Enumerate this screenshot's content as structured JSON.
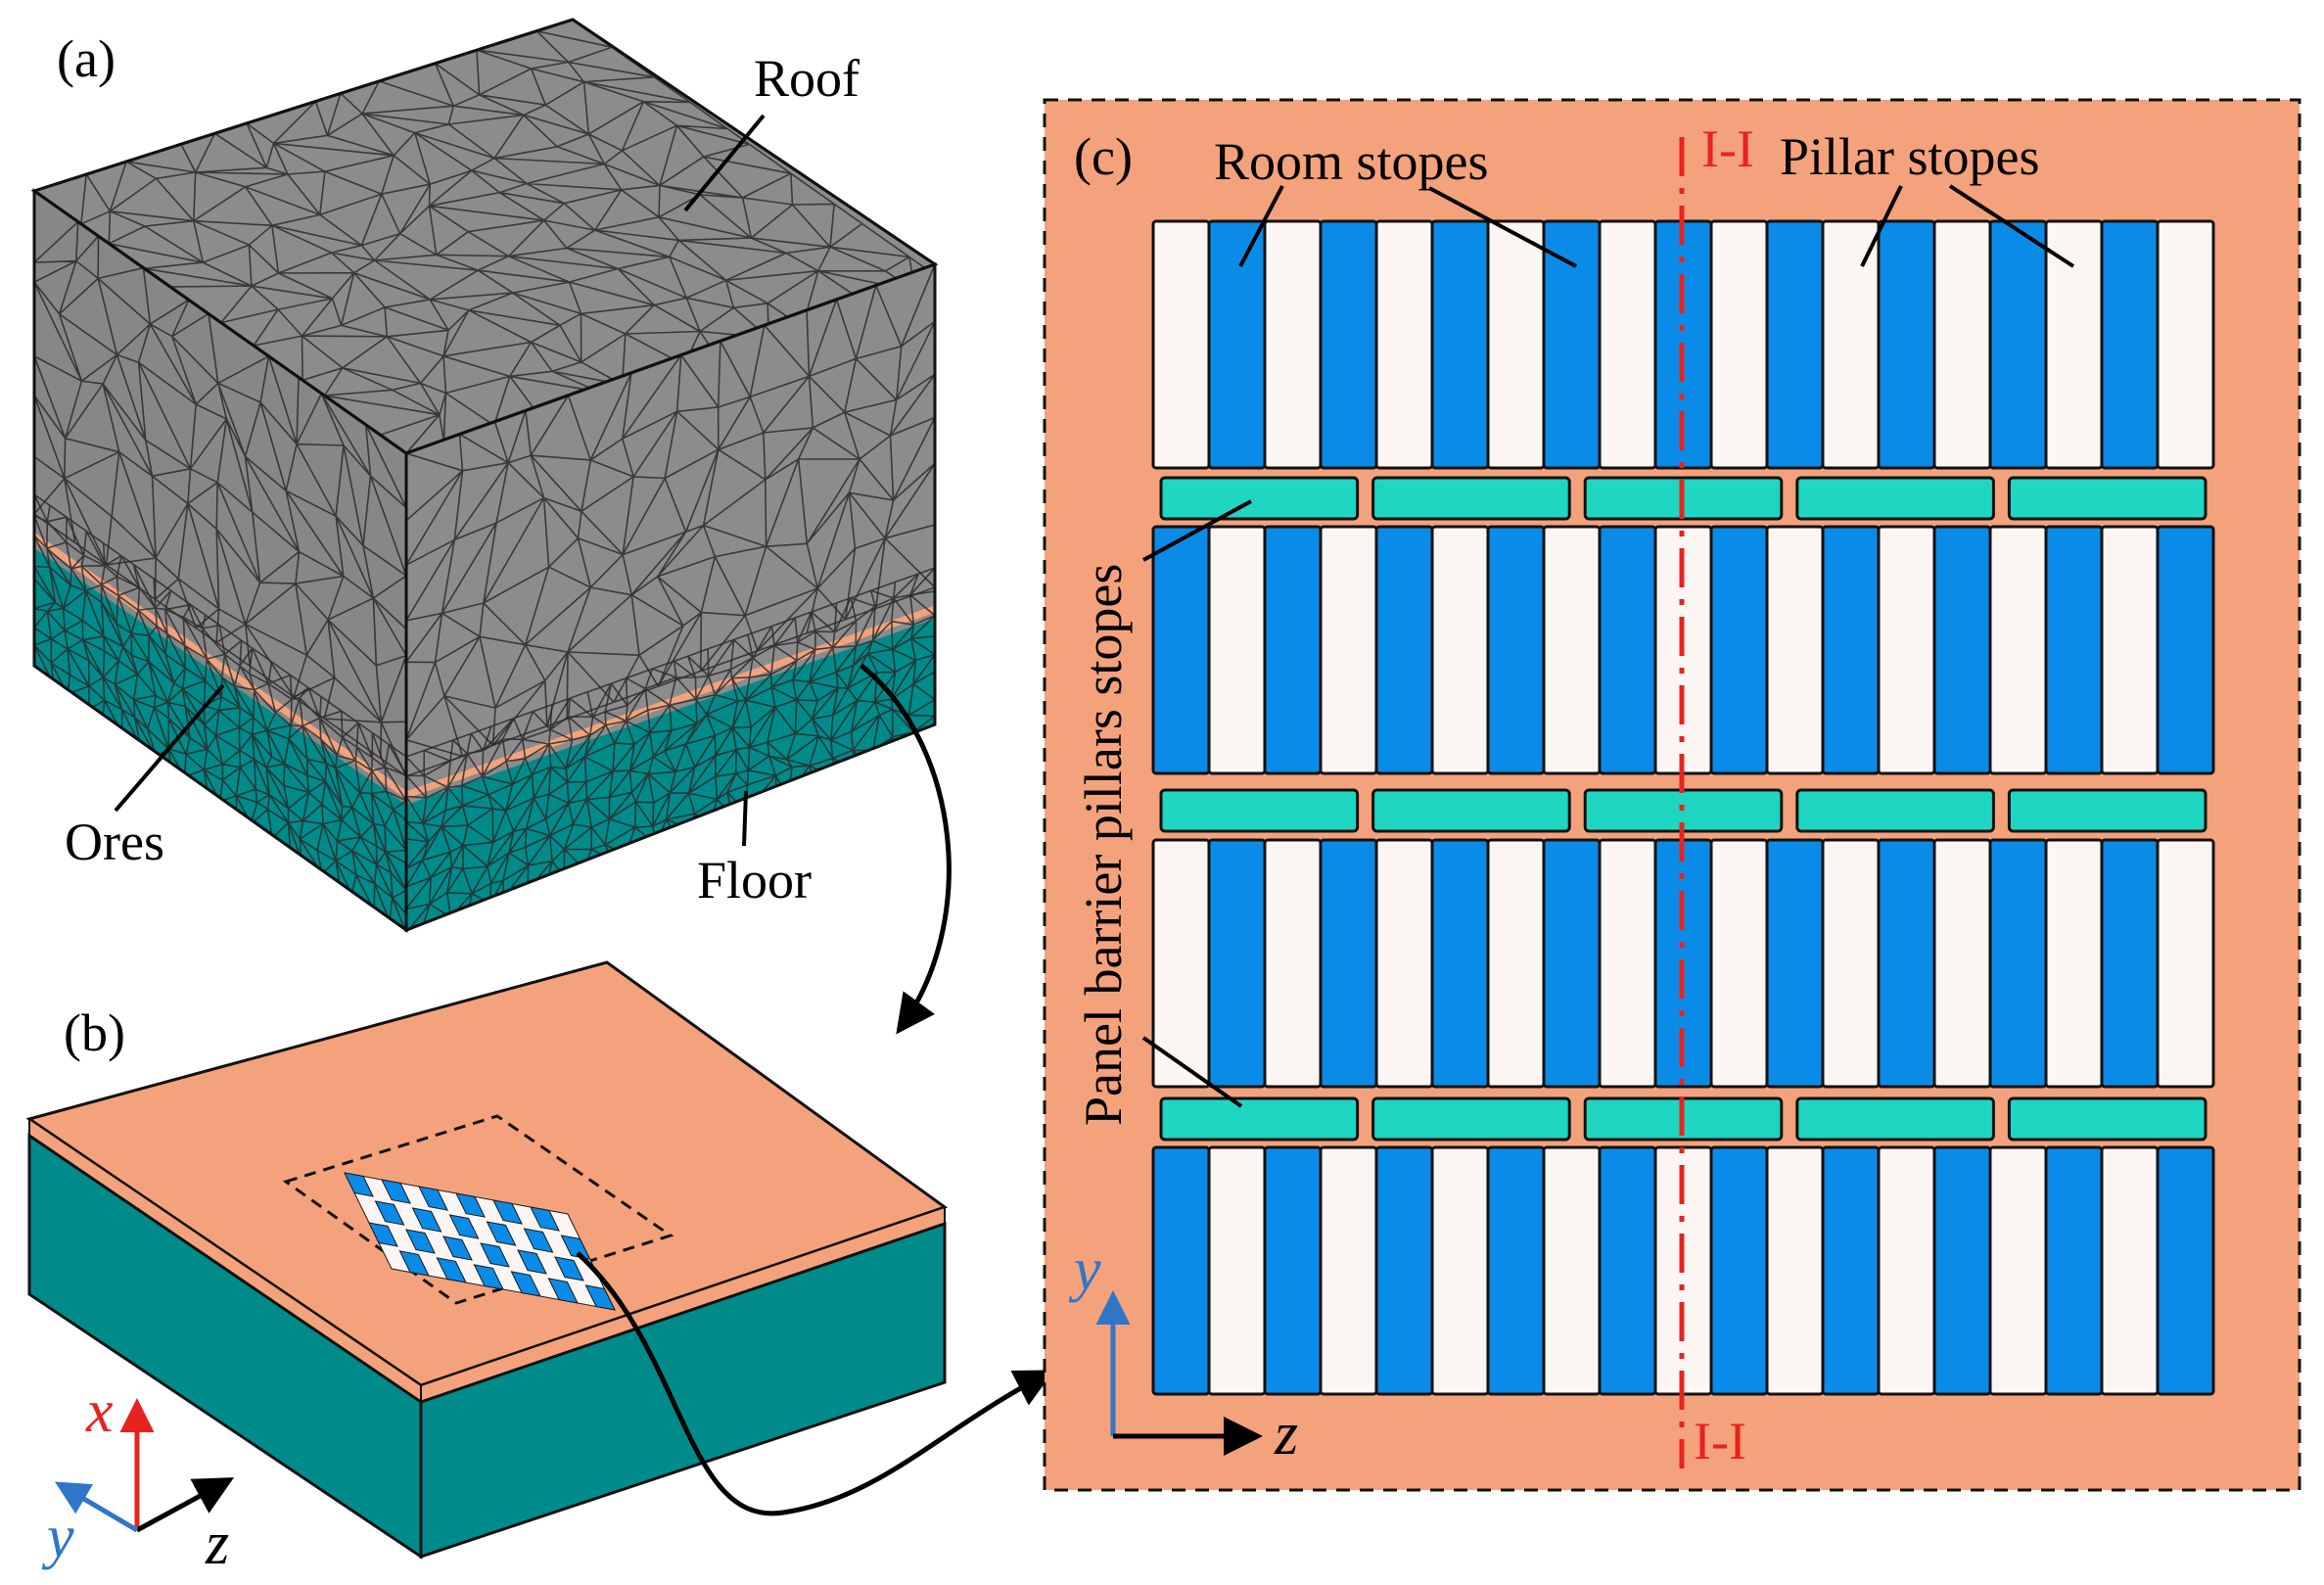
{
  "colors": {
    "mesh_gray": "#8c8c8c",
    "mesh_line": "#2a2a2a",
    "floor_teal": "#008b8b",
    "ores_orange": "#f4a27c",
    "room_blue": "#0b8be8",
    "pillar_white": "#fbf6f4",
    "barrier_cyan": "#1fd6c2",
    "section_red": "#e8231f",
    "axis_x_red": "#e8231f",
    "axis_y_blue": "#2f76c9",
    "outline": "#111111"
  },
  "icons": [
    "mesh-block",
    "slab-model",
    "stope-layout",
    "coordinate-axes",
    "leader-arrow"
  ],
  "panel_a": {
    "label": "(a)",
    "roof": "Roof",
    "ores": "Ores",
    "floor": "Floor"
  },
  "panel_b": {
    "label": "(b)",
    "axes": {
      "x": "x",
      "y": "y",
      "z": "z"
    }
  },
  "panel_c": {
    "label": "(c)",
    "room_stopes": "Room stopes",
    "pillar_stopes": "Pillar  stopes",
    "barrier": "Panel barrier pillars  stopes",
    "section_top": "I-I",
    "section_bottom": "I-I",
    "axes": {
      "y": "y",
      "z": "z"
    },
    "stope_bands": 4,
    "stopes_per_band": 19,
    "barrier_rows": 3,
    "barriers_per_row": 5
  }
}
